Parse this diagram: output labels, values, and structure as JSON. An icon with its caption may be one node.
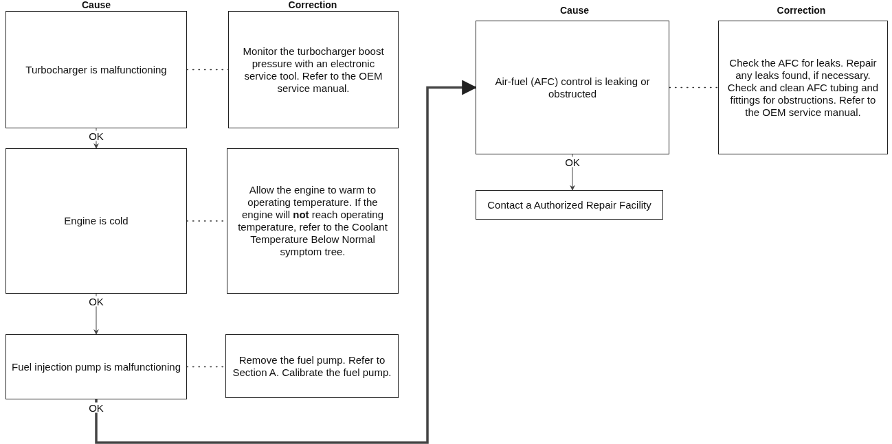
{
  "diagram": {
    "nodes": [
      {
        "text": [
          "Turbocharger is malfunctioning"
        ]
      },
      {
        "text": [
          "Monitor the turbocharger boost pressure with an electronic service tool. Refer to the OEM service manual."
        ]
      },
      {
        "text": [
          "Engine is cold"
        ]
      },
      {
        "text": [
          "Allow the engine to warm to operating temperature. If the engine will **not** reach operating temperature, refer to the Coolant Temperature Below Normal symptom tree."
        ]
      },
      {
        "text": [
          "Fuel injection pump is malfunctioning"
        ]
      },
      {
        "text": [
          "Remove the fuel pump. Refer to Section A. Calibrate the fuel pump."
        ]
      },
      {
        "text": [
          "Air-fuel (AFC) control is leaking or obstructed"
        ]
      },
      {
        "text": [
          "Check the AFC for leaks. Repair any leaks found, if necessary. Check and clean AFC tubing and fittings for obstructions. Refer to the OEM service manual."
        ]
      },
      {
        "text": [
          "Contact a Authorized Repair Facility"
        ]
      }
    ],
    "edges": [
      {
        "from": 0,
        "to": 1,
        "arrow": "none",
        "style": "dashed"
      },
      {
        "from": 0,
        "to": 2,
        "arrow": "to",
        "label": "OK"
      },
      {
        "from": 2,
        "to": 3,
        "arrow": "none",
        "style": "dashed"
      },
      {
        "from": 2,
        "to": 4,
        "arrow": "to",
        "label": "OK"
      },
      {
        "from": 4,
        "to": 5,
        "arrow": "none",
        "style": "dashed"
      },
      {
        "from": 4,
        "to": 6,
        "arrow": "to",
        "label": "OK",
        "style": "thick"
      },
      {
        "from": 6,
        "to": 7,
        "arrow": "none",
        "style": "dashed"
      },
      {
        "from": 6,
        "to": 8,
        "arrow": "to",
        "label": "OK"
      }
    ],
    "labels": [
      "Cause",
      "Correction",
      "Cause",
      "Correction"
    ]
  }
}
